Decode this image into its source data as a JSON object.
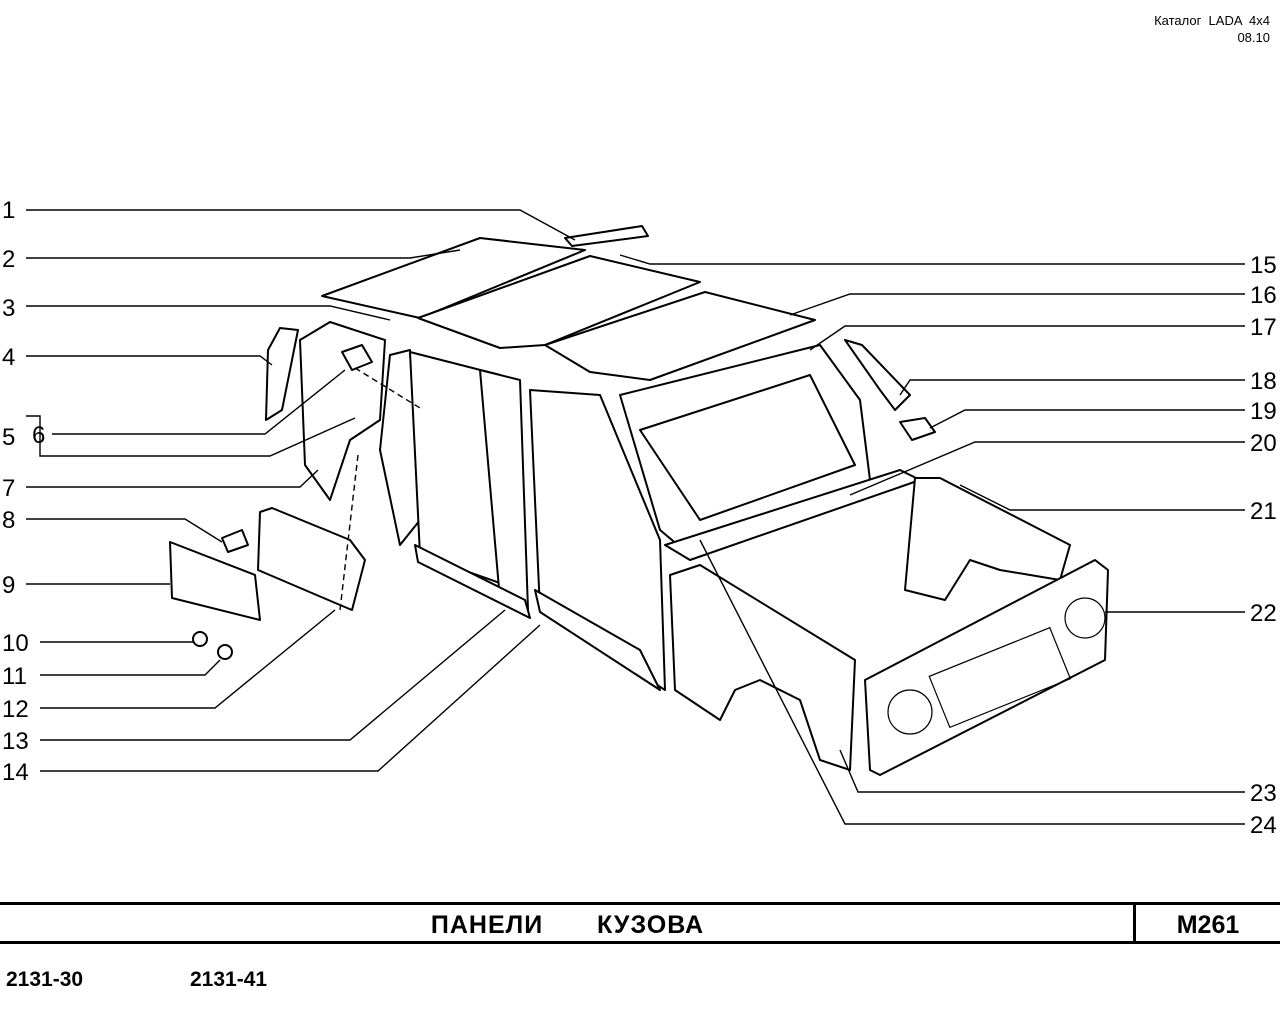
{
  "header": {
    "catalog_line": "Каталог  LADA  4x4",
    "date": "08.10"
  },
  "callouts_left": [
    "1",
    "2",
    "3",
    "4",
    "5",
    "6",
    "7",
    "8",
    "9",
    "10",
    "11",
    "12",
    "13",
    "14"
  ],
  "callouts_right": [
    "15",
    "16",
    "17",
    "18",
    "19",
    "20",
    "21",
    "22",
    "23",
    "24"
  ],
  "title_block": {
    "title": "ПАНЕЛИ   КУЗОВА",
    "sheet_code": "M261"
  },
  "models": [
    "2131-30",
    "2131-41"
  ]
}
